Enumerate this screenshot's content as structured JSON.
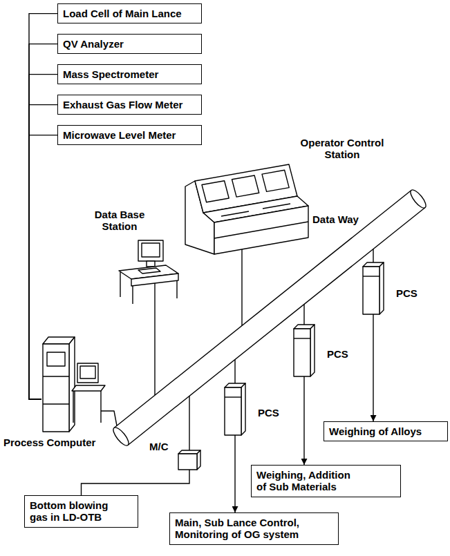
{
  "diagram": {
    "nodes": [
      {
        "text": [
          "Load Cell of Main Lance"
        ]
      },
      {
        "text": [
          "QV Analyzer"
        ]
      },
      {
        "text": [
          "Mass Spectrometer"
        ]
      },
      {
        "text": [
          "Exhaust Gas Flow Meter"
        ]
      },
      {
        "text": [
          "Microwave Level Meter"
        ]
      },
      {
        "text": [
          "Operator Control Station"
        ]
      },
      {
        "text": [
          "Data Base Station"
        ]
      },
      {
        "text": [
          "Process Computer"
        ]
      },
      {
        "text": [
          "PCS"
        ]
      },
      {
        "text": [
          "PCS"
        ]
      },
      {
        "text": [
          "Weighing of Alloys"
        ]
      },
      {
        "text": [
          "PCS"
        ]
      },
      {
        "text": [
          "M/C"
        ]
      },
      {
        "text": [
          "Weighing, Addition of Sub Materials"
        ]
      },
      {
        "text": [
          "Main, Sub Lance Control, Monitoring of OG system"
        ]
      },
      {
        "text": [
          "Bottom blowing gas in LD-OTB"
        ]
      }
    ],
    "edges": [
      {
        "from": 0,
        "to": 7,
        "arrow": "none"
      },
      {
        "from": 1,
        "to": 7,
        "arrow": "none"
      },
      {
        "from": 2,
        "to": 7,
        "arrow": "none"
      },
      {
        "from": 3,
        "to": 7,
        "arrow": "none"
      },
      {
        "from": 4,
        "to": 7,
        "arrow": "none"
      },
      {
        "from": 8,
        "to": 10,
        "arrow": "to"
      },
      {
        "from": 9,
        "to": 13,
        "arrow": "to"
      },
      {
        "from": 11,
        "to": 14,
        "arrow": "to"
      },
      {
        "from": 12,
        "to": 15,
        "arrow": "none"
      }
    ],
    "labels": [
      "Data Way"
    ]
  }
}
